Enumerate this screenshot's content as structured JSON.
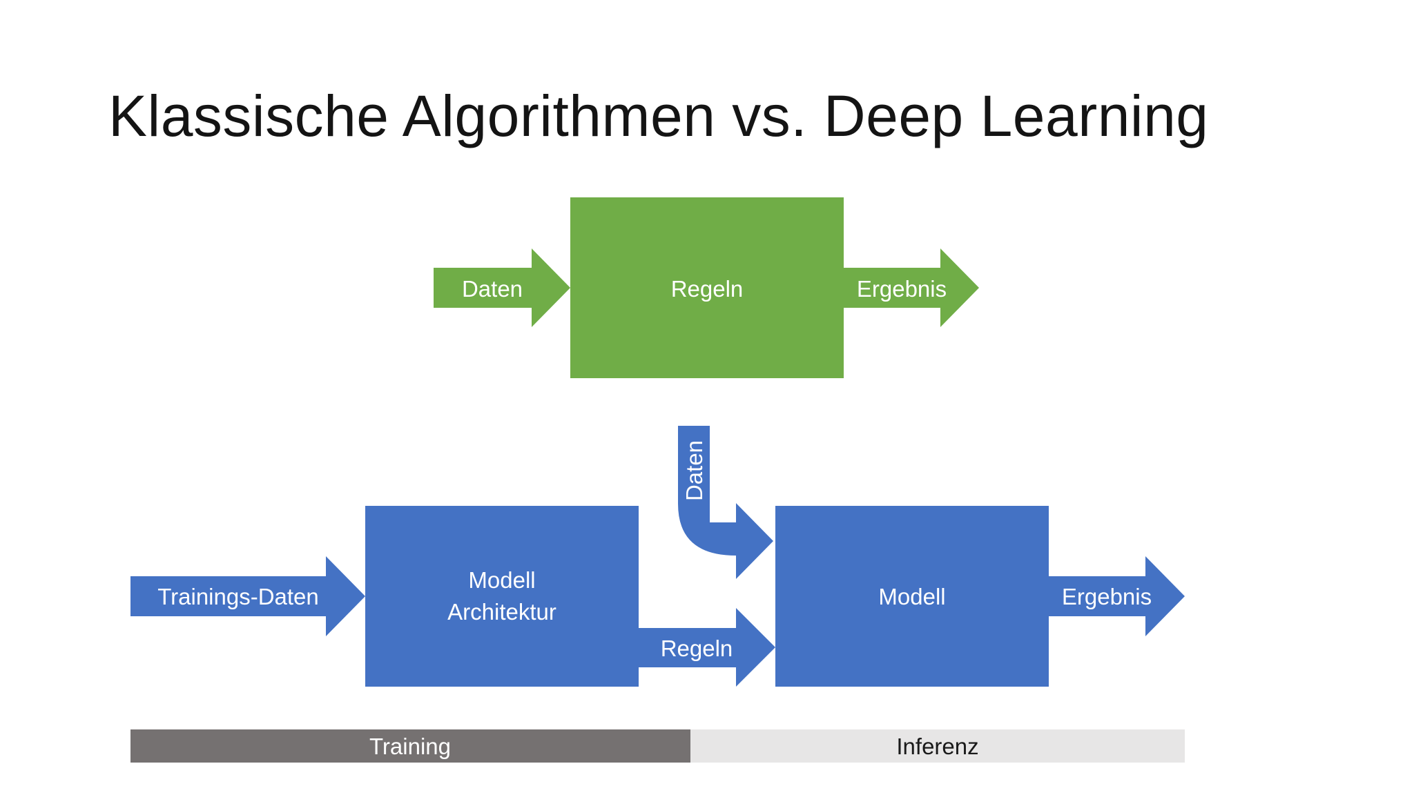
{
  "slide": {
    "title": "Klassische Algorithmen vs. Deep Learning"
  },
  "classic": {
    "input_label": "Daten",
    "box_label": "Regeln",
    "output_label": "Ergebnis"
  },
  "deep_learning": {
    "training_input_label": "Trainings-Daten",
    "architecture_label_line1": "Modell",
    "architecture_label_line2": "Architektur",
    "rules_arrow_label": "Regeln",
    "data_arrow_label": "Daten",
    "model_label": "Modell",
    "output_label": "Ergebnis"
  },
  "phases": {
    "training_label": "Training",
    "inference_label": "Inferenz"
  },
  "colors": {
    "green": "#70AD47",
    "blue": "#4472C4",
    "phase_training": "#757171",
    "phase_inference": "#E7E6E6",
    "title": "#141414"
  }
}
